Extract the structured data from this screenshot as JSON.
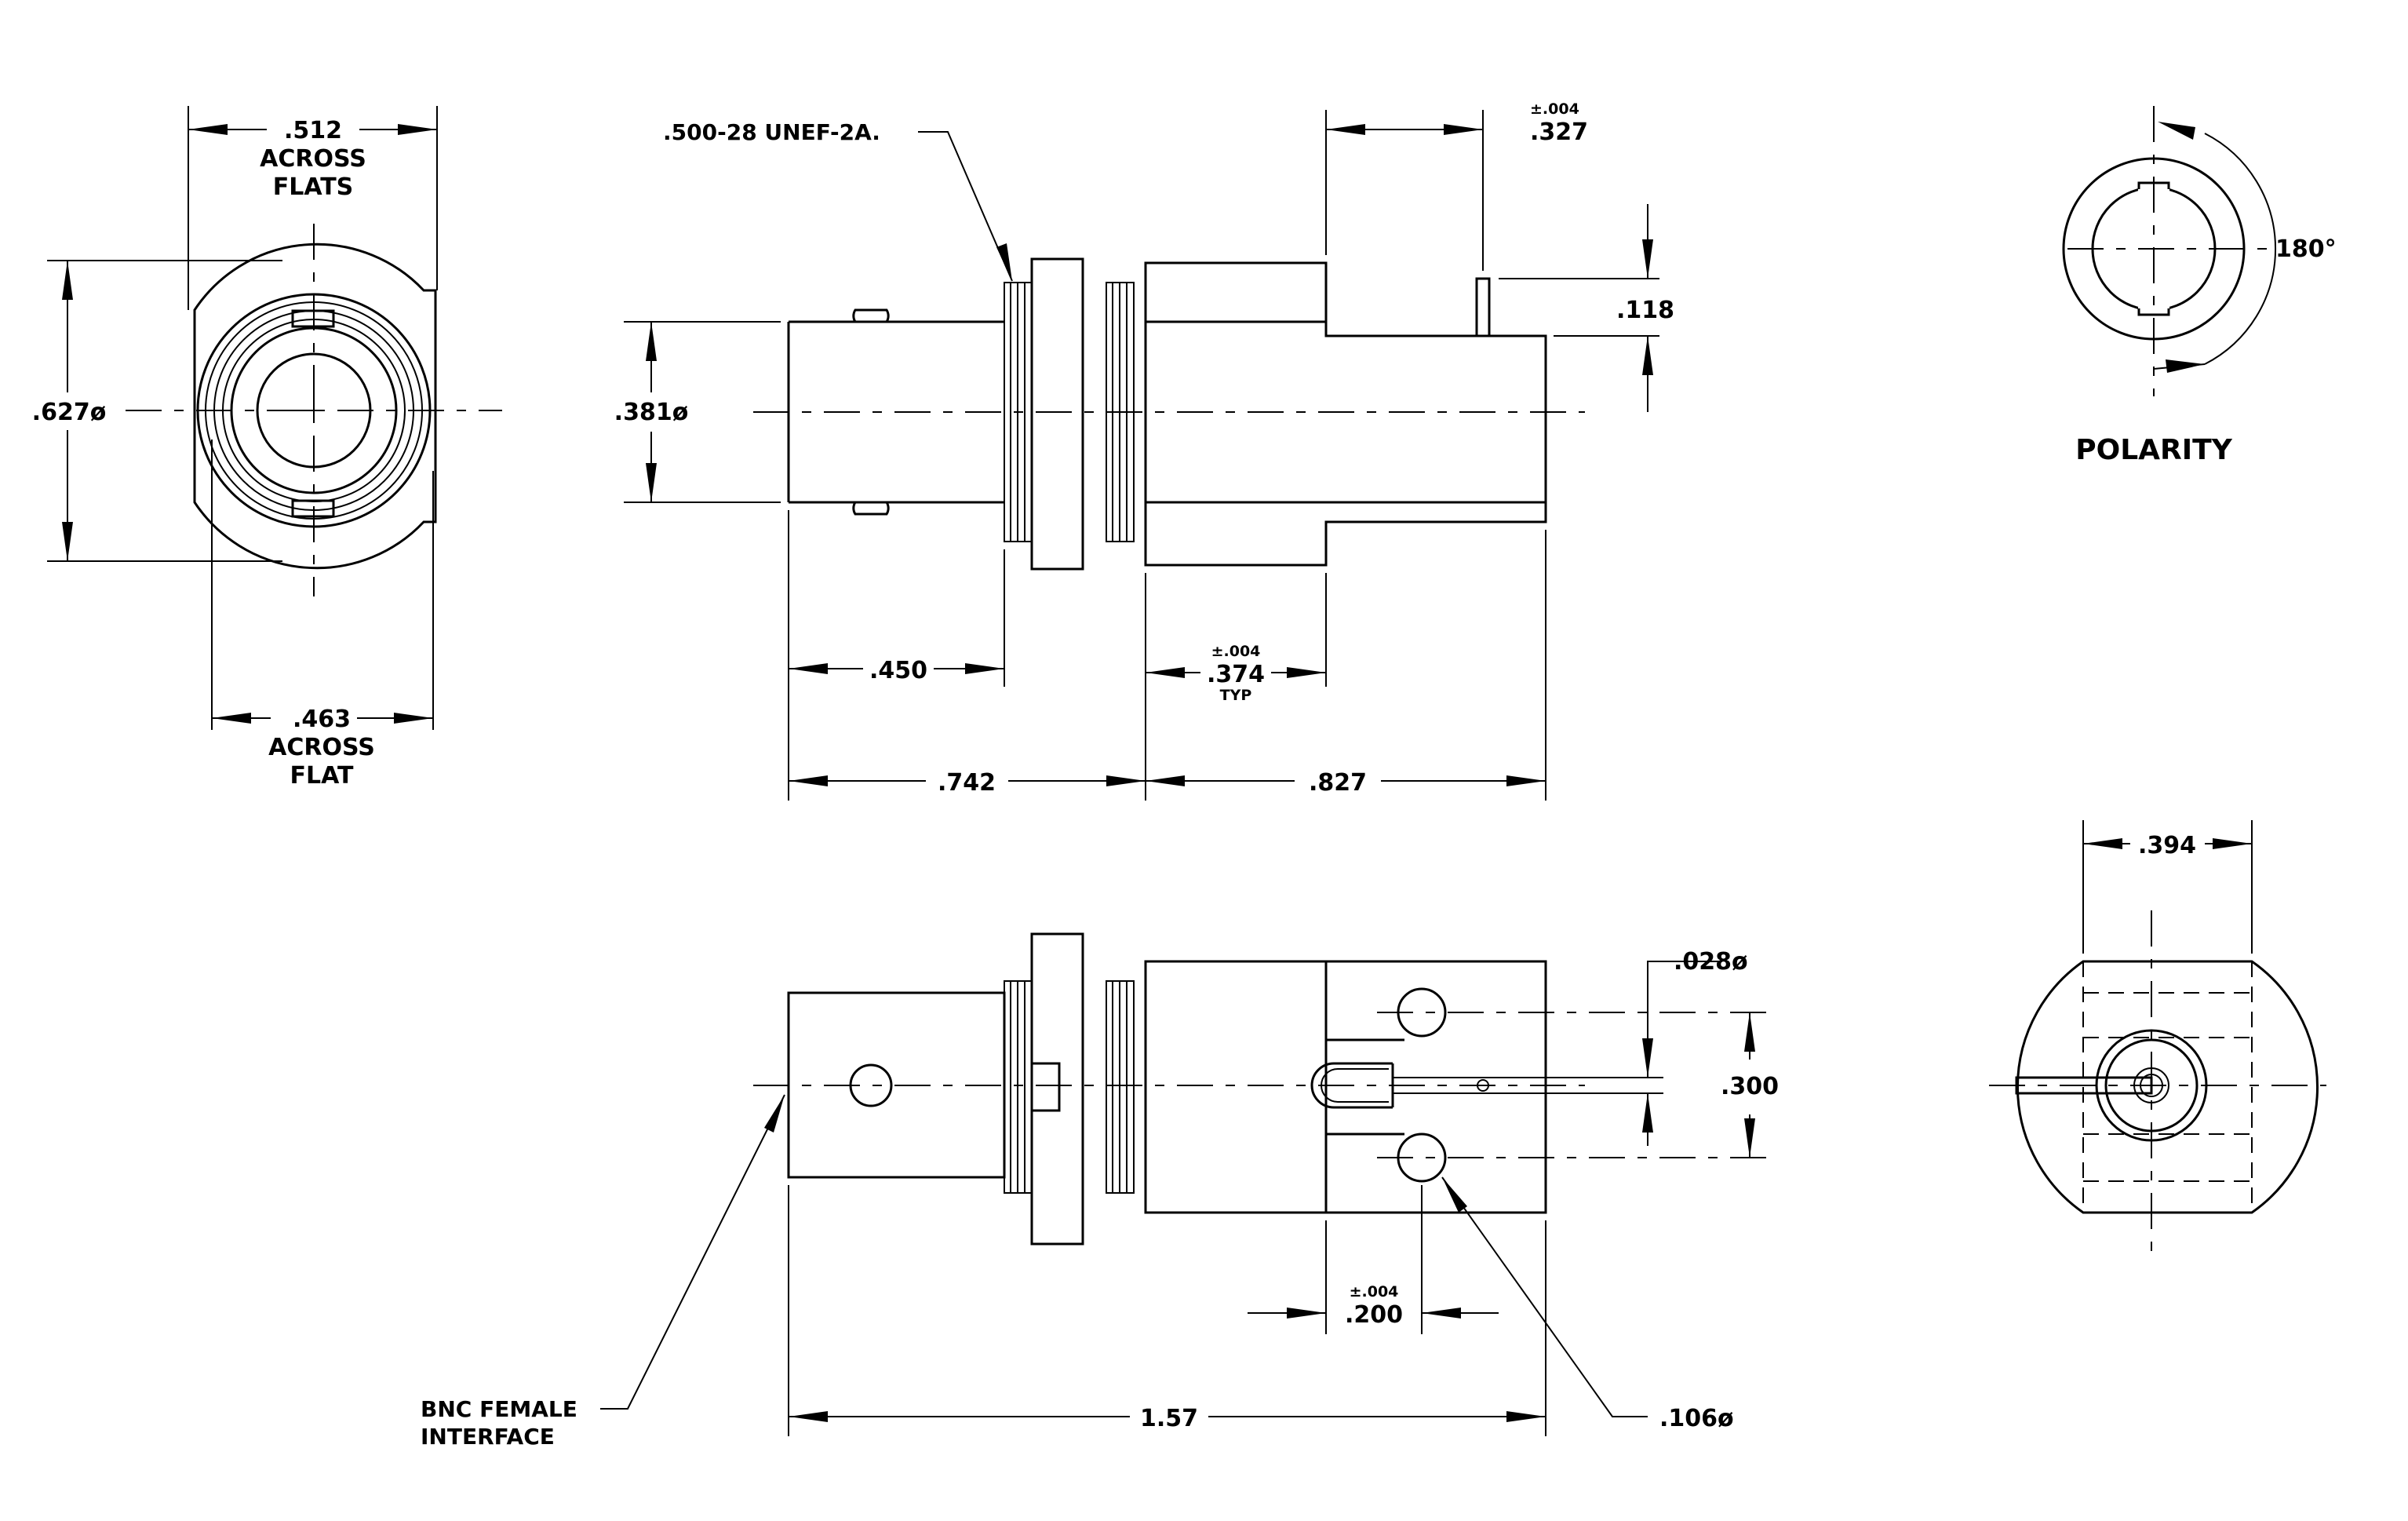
{
  "front_view": {
    "across_flats_value": ".512",
    "across_flats_line1": "ACROSS",
    "across_flats_line2": "FLATS",
    "diameter": ".627ø",
    "across_flat_value": ".463",
    "across_flat_line1": "ACROSS",
    "across_flat_line2": "FLAT"
  },
  "side_view": {
    "thread_note": ".500-28  UNEF-2A.",
    "contact_tolerance": "±.004",
    "contact_offset": ".327",
    "contact_height": ".118",
    "bayonet_diameter": ".381ø",
    "bayonet_length": ".450",
    "body_tolerance": "±.004",
    "body_length": ".374",
    "body_typ": "TYP",
    "front_length": ".742",
    "rear_length": ".827"
  },
  "polarity_view": {
    "angle": "180°",
    "title": "POLARITY"
  },
  "bottom_view": {
    "pin_diameter": ".028ø",
    "hole_spacing": ".300",
    "hole_tolerance": "±.004",
    "hole_offset": ".200",
    "overall_length": "1.57",
    "hole_diameter": ".106ø",
    "interface_line1": "BNC  FEMALE",
    "interface_line2": "INTERFACE"
  },
  "rear_view": {
    "width": ".394"
  }
}
